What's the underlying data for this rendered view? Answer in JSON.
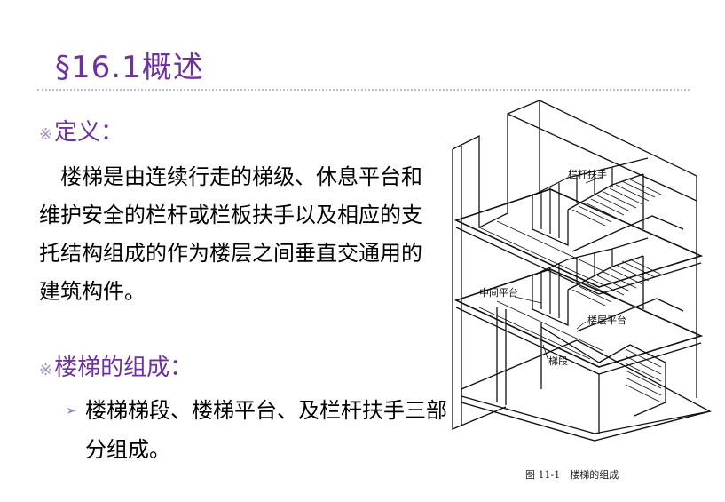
{
  "title": "§16.1概述",
  "section_mark": "※",
  "definition": {
    "heading": "定义：",
    "text": "楼梯是由连续行走的梯级、休息平台和维护安全的栏杆或栏板扶手以及相应的支托结构组成的作为楼层之间垂直交通用的建筑构件。"
  },
  "composition": {
    "heading": "楼梯的组成：",
    "bullet_icon": "triangle-right-icon",
    "item": "楼梯梯段、楼梯平台、及栏杆扶手三部分组成。"
  },
  "figure": {
    "labels": {
      "railing": "栏杆扶手",
      "middle_landing": "中间平台",
      "floor_landing": "楼层平台",
      "flight": "梯段"
    },
    "caption": "图 11-1　楼梯的组成"
  },
  "colors": {
    "accent": "#7030a0",
    "rule": "#c8b4dc",
    "bullet": "#7a7cc0"
  }
}
